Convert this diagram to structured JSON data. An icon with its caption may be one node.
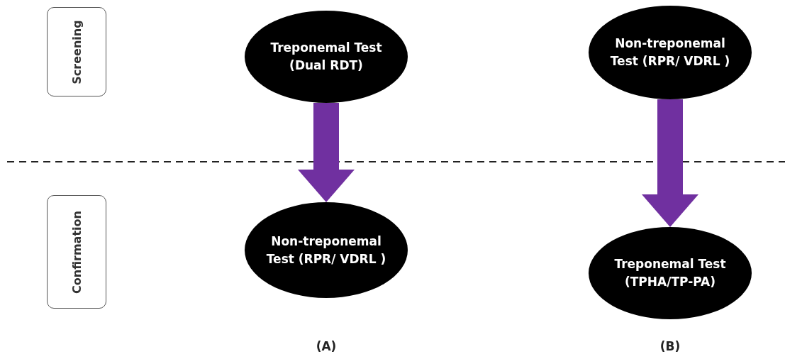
{
  "diagram": {
    "nodes": [
      {
        "text": [
          "Screening"
        ]
      },
      {
        "text": [
          "Confirmation"
        ]
      },
      {
        "text": [
          "Treponemal Test (Dual RDT)"
        ]
      },
      {
        "text": [
          "Non-treponemal Test (RPR/ VDRL )"
        ]
      },
      {
        "text": [
          "Non-treponemal Test (RPR/ VDRL )"
        ]
      },
      {
        "text": [
          "Treponemal Test (TPHA/TP-PA)"
        ]
      }
    ],
    "edges": [
      {
        "from": 2,
        "to": 4,
        "arrow": "to"
      },
      {
        "from": 3,
        "to": 5,
        "arrow": "to"
      }
    ],
    "labels": [
      "(A)",
      "(B)"
    ]
  }
}
